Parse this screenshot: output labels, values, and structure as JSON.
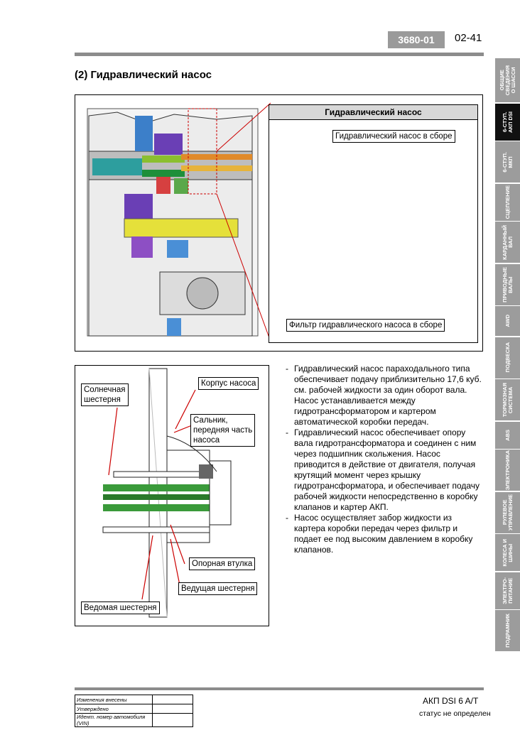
{
  "header": {
    "code": "3680-01",
    "page": "02-41"
  },
  "section_title": "(2) Гидравлический насос",
  "side_tabs": [
    {
      "label": "ОБЩИЕ\nСВЕДЕНИЯ\nО ШАССИ",
      "active": false
    },
    {
      "label": "6-СТУП.\nАКП DSI",
      "active": true
    },
    {
      "label": "6-СТУП.\nМКП",
      "active": false
    },
    {
      "label": "СЦЕПЛЕНИЕ",
      "active": false
    },
    {
      "label": "КАРДАННЫЙ\nВАЛ",
      "active": false
    },
    {
      "label": "ПРИВОДНЫЕ\nВАЛЫ",
      "active": false
    },
    {
      "label": "AWD",
      "active": false
    },
    {
      "label": "ПОДВЕСКА",
      "active": false
    },
    {
      "label": "ТОРМОЗНАЯ\nСИСТЕМА",
      "active": false
    },
    {
      "label": "ABS",
      "active": false
    },
    {
      "label": "ЭЛЕКТРОНИКА",
      "active": false
    },
    {
      "label": "РУЛЕВОЕ\nУПРАВЛЕНИЕ",
      "active": false
    },
    {
      "label": "КОЛЕСА И\nШИНЫ",
      "active": false
    },
    {
      "label": "ЭЛЕКТРО-\nПИТАНИЕ",
      "active": false
    },
    {
      "label": "ПОДРАМНИК",
      "active": false
    }
  ],
  "figure1": {
    "panel_title": "Гидравлический насос",
    "label_pump_assembly": "Гидравлический насос в сборе",
    "label_filter_assembly": "Фильтр гидравлического насоса в сборе"
  },
  "figure2": {
    "label_sun_gear": "Солнечная\nшестерня",
    "label_pump_body": "Корпус насоса",
    "label_seal": "Сальник,\nпередняя часть\nнасоса",
    "label_bushing": "Опорная втулка",
    "label_drive_gear": "Ведущая шестерня",
    "label_driven_gear": "Ведомая шестерня"
  },
  "bullets": [
    "Гидравлический насос параходального типа обеспечивает подачу приблизительно 17,6 куб. см. рабочей жидкости за один оборот вала. Насос устанавливается между гидротрансформатором и картером автоматической коробки передач.",
    "Гидравлический насос обеспечивает опору вала гидротрансформатора и соединен с ним через подшипник скольжения. Насос приводится в действие от двигателя, получая крутящий момент через крышку гидротрансформатора, и обеспечивает подачу рабочей жидкости непосредственно в коробку клапанов и картер АКП.",
    "Насос осуществляет забор жидкости из картера коробки передач через фильтр и подает ее под высоким давлением в коробку клапанов."
  ],
  "footer": {
    "row1": "Изменения внесены",
    "row2": "Утверждено",
    "row3": "Идент. номер автомобиля (VIN)",
    "model": "АКП DSI 6 A/T",
    "status": "статус не определен"
  }
}
